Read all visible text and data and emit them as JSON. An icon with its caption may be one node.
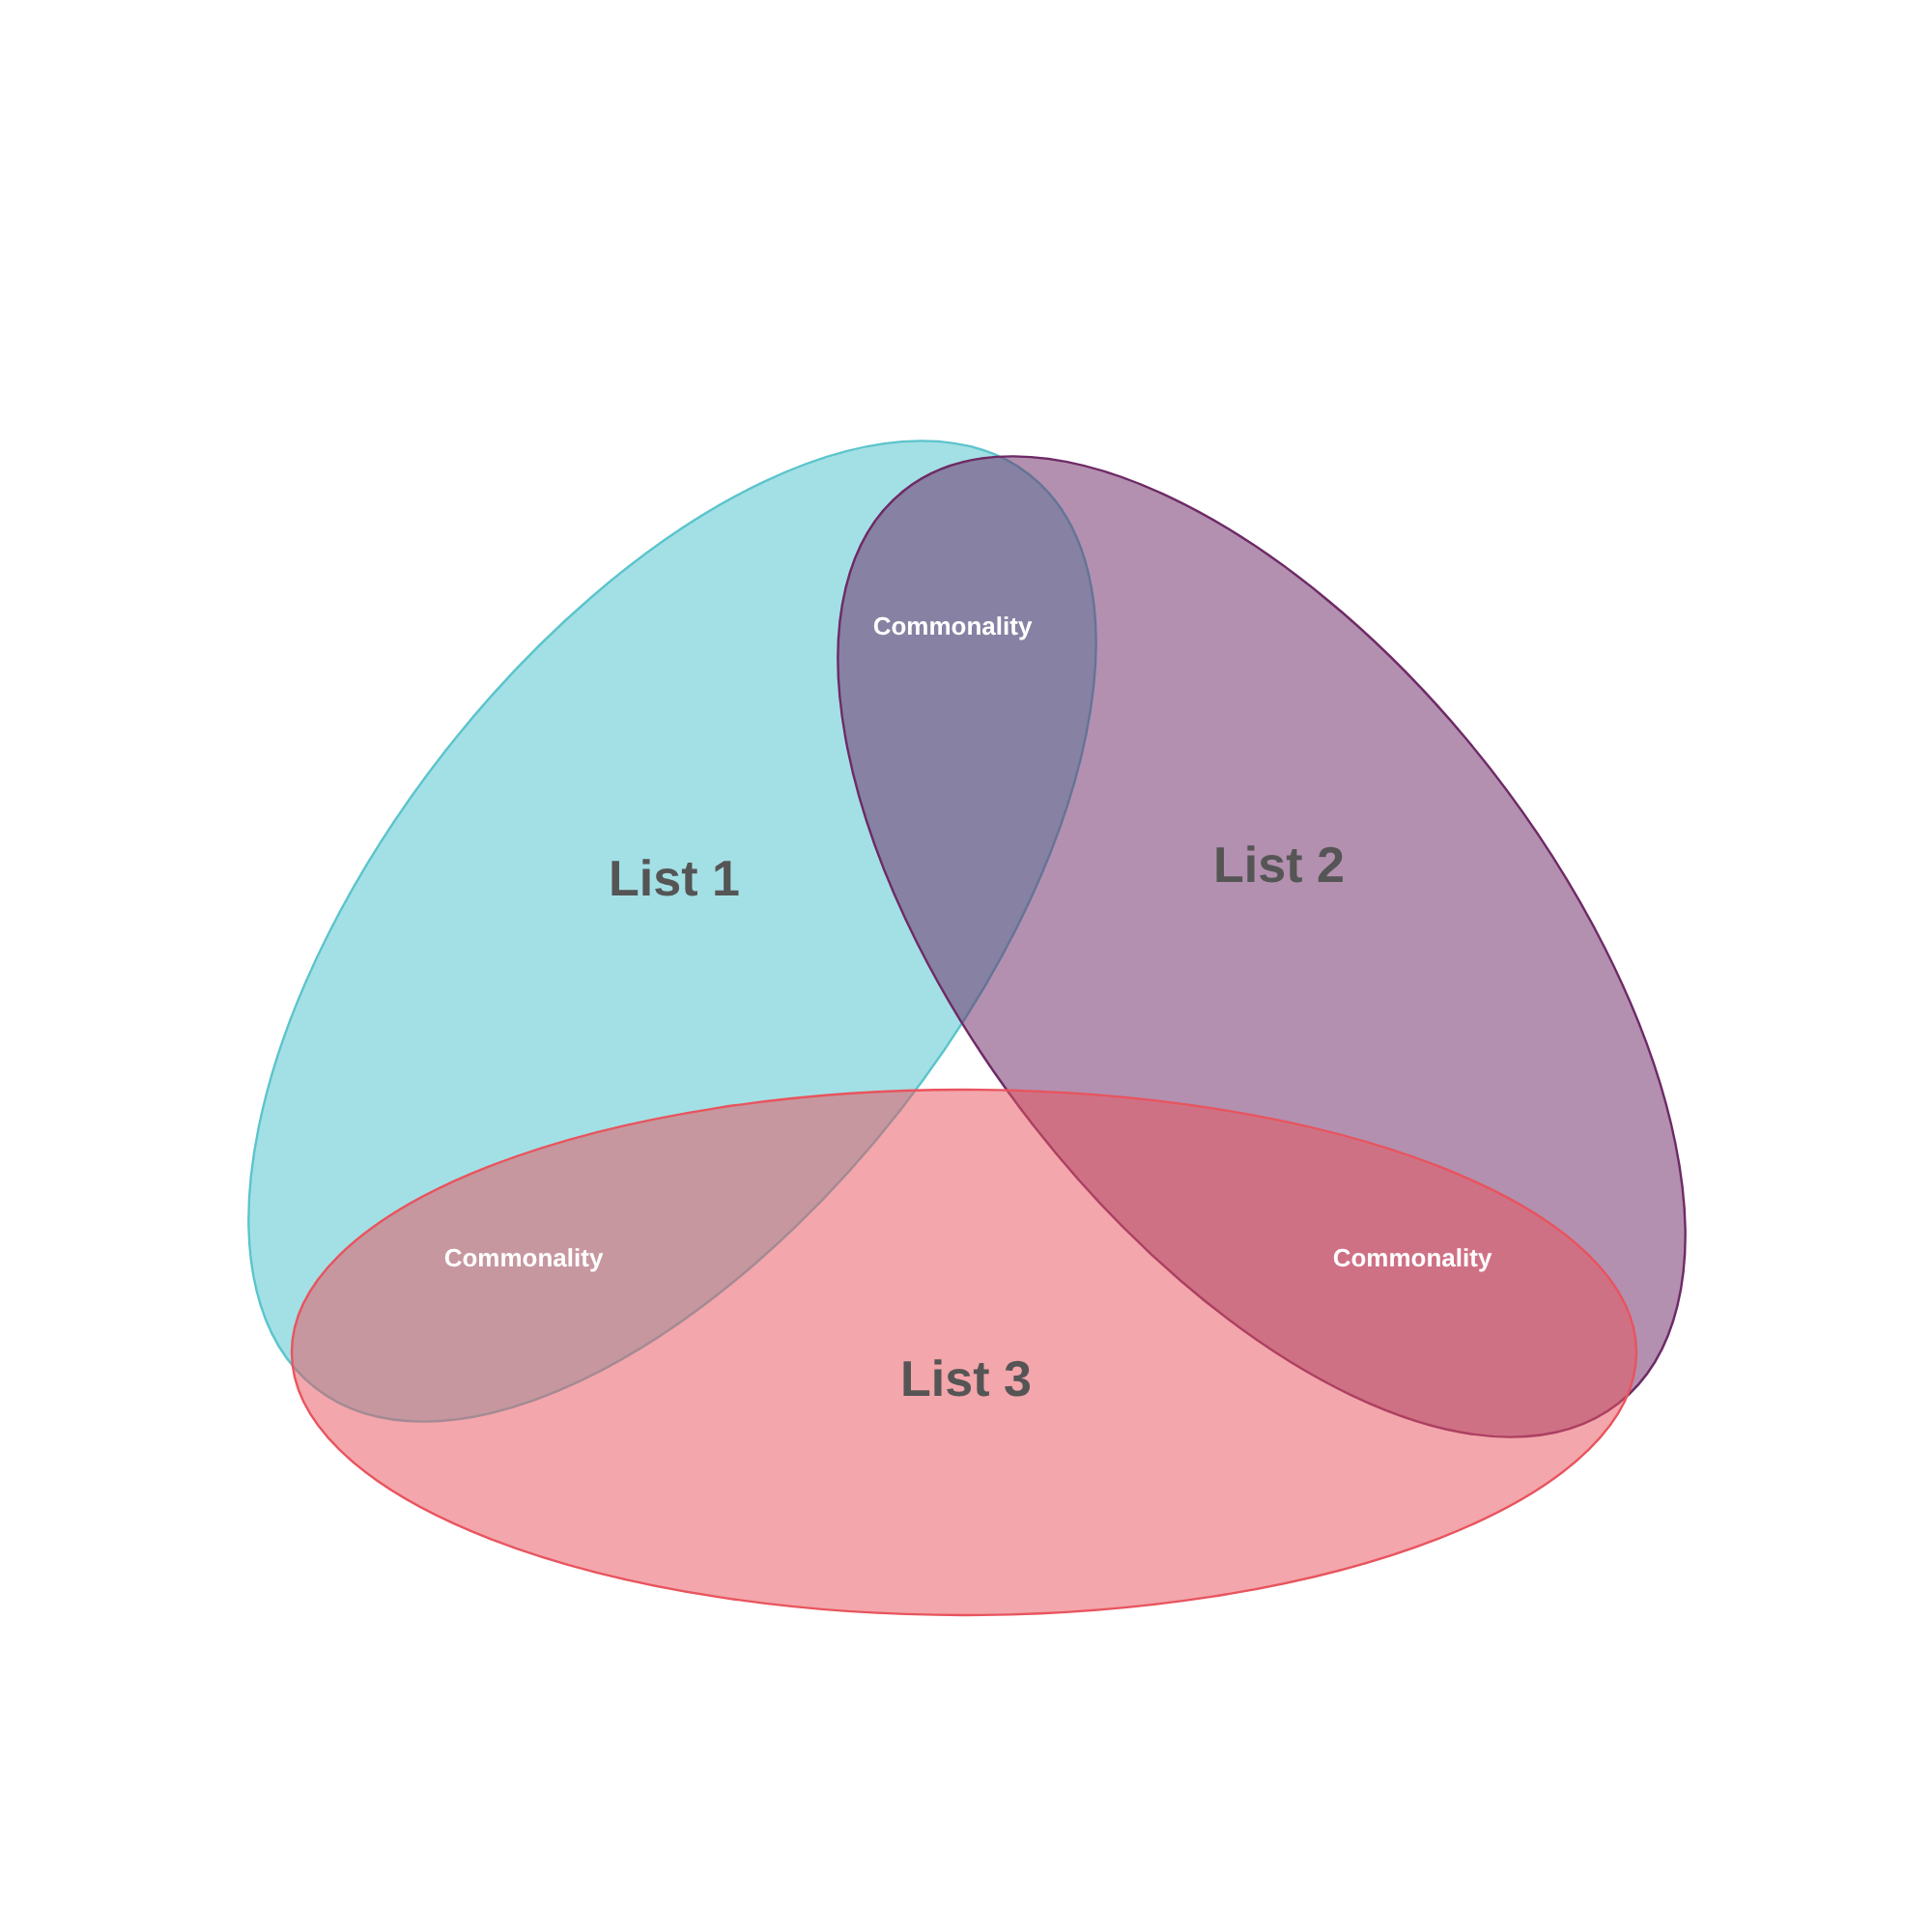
{
  "diagram": {
    "nodes": [
      {
        "text": [
          "List 1"
        ]
      },
      {
        "text": [
          "List 2"
        ]
      },
      {
        "text": [
          "List 3"
        ]
      }
    ],
    "labels": [
      "Commonality",
      "Commonality",
      "Commonality"
    ]
  }
}
